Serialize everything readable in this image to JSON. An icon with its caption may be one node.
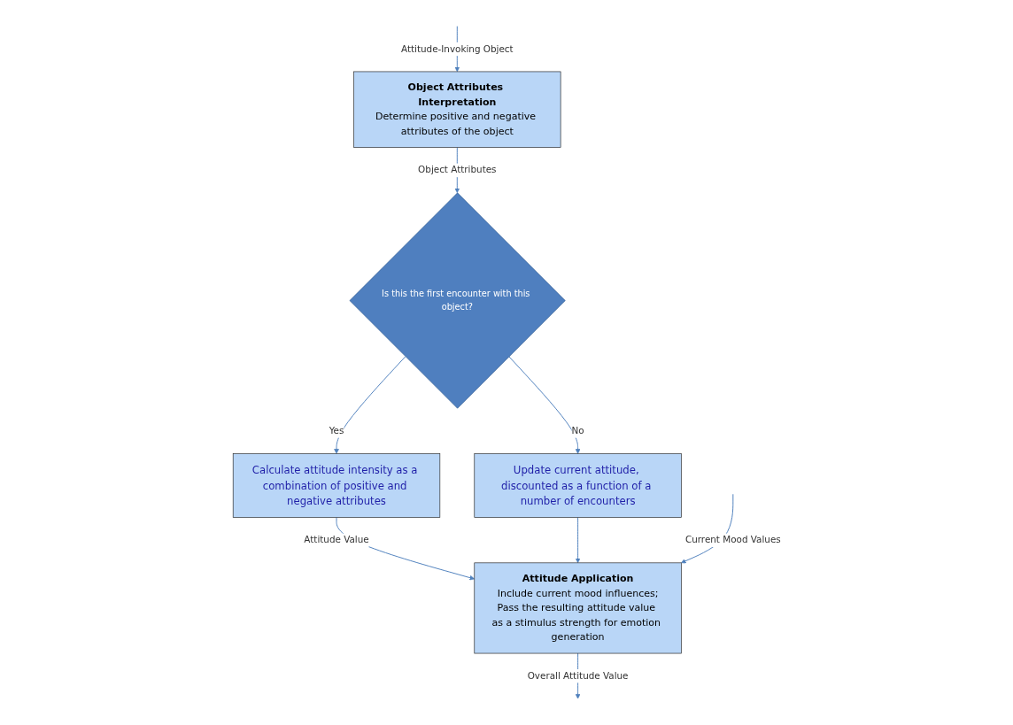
{
  "diagram": {
    "nodes": [
      {
        "text": [
          "Object Attributes Interpretation",
          "Determine positive and negative attributes of the object"
        ]
      },
      {
        "text": [
          "Is this the first encounter with this object?"
        ]
      },
      {
        "text": [
          "Calculate attitude intensity as a combination of positive and negative attributes"
        ]
      },
      {
        "text": [
          "Update current attitude, discounted as a function of a number of encounters"
        ]
      },
      {
        "text": [
          "Attitude Application",
          "Include current mood influences;",
          "Pass the resulting attitude value as a stimulus strength for emotion generation"
        ]
      }
    ],
    "edges": [
      {
        "from": null,
        "to": 0,
        "arrow": "to",
        "label": "Attitude-Invoking Object"
      },
      {
        "from": 0,
        "to": 1,
        "arrow": "to",
        "label": "Object Attributes"
      },
      {
        "from": 1,
        "to": 2,
        "arrow": "to",
        "label": "Yes"
      },
      {
        "from": 1,
        "to": 3,
        "arrow": "to",
        "label": "No"
      },
      {
        "from": 2,
        "to": 4,
        "arrow": "to",
        "label": "Attitude Value"
      },
      {
        "from": 3,
        "to": 4,
        "arrow": "to"
      },
      {
        "from": null,
        "to": 4,
        "arrow": "to",
        "label": "Current Mood Values"
      },
      {
        "from": 4,
        "to": null,
        "arrow": "to",
        "label": "Overall Attitude Value"
      }
    ]
  }
}
